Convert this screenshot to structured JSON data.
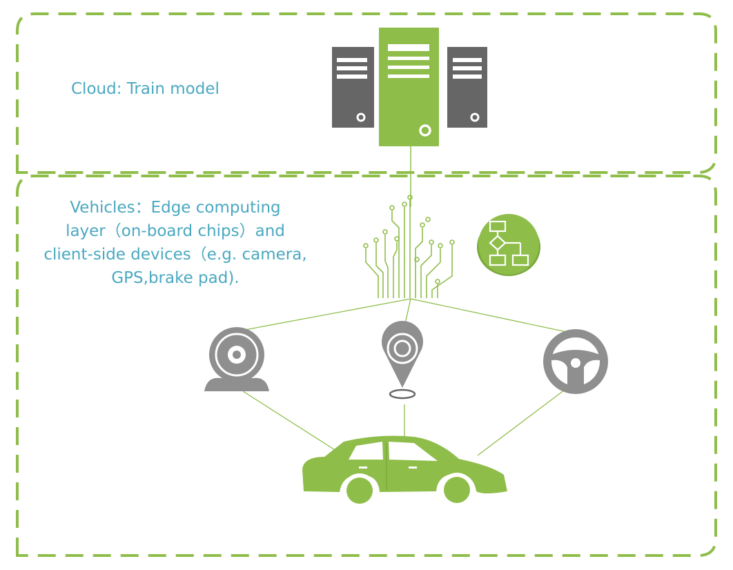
{
  "cloud": {
    "label": "Cloud: Train model",
    "server_icons": [
      "server-icon",
      "server-icon",
      "server-icon"
    ]
  },
  "vehicles": {
    "label_lines": [
      "Vehicles：Edge computing",
      "layer（on-board chips）and",
      "client-side devices（e.g. camera,",
      "GPS,brake pad)."
    ]
  },
  "icons": {
    "chip": "circuit-chip-icon",
    "flowchart": "flowchart-icon",
    "camera": "webcam-icon",
    "gps": "map-pin-icon",
    "brake": "steering-wheel-icon",
    "car": "car-icon"
  },
  "colors": {
    "green": "#8fbd4a",
    "dark_green": "#7aa83c",
    "gray": "#8f8f8f",
    "dark_gray": "#666666",
    "text_blue": "#4aa8c0"
  }
}
